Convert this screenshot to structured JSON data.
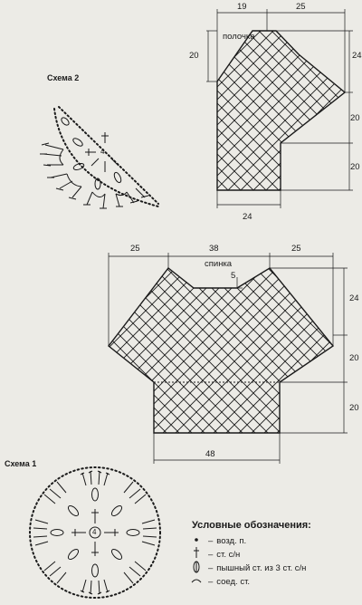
{
  "front": {
    "title": "полочка",
    "dims": {
      "top_left": "19",
      "top_right": "25",
      "left_top": "20",
      "right_top": "24",
      "right_mid": "20",
      "right_bottom": "20",
      "bottom": "24"
    }
  },
  "back": {
    "title": "спинка",
    "dims": {
      "top_left": "25",
      "top_mid": "38",
      "top_right": "25",
      "neck": "5",
      "right_top": "24",
      "right_mid": "20",
      "right_bottom": "20",
      "bottom": "48"
    }
  },
  "schemes": {
    "scheme2": "Схема 2",
    "scheme1": "Схема 1",
    "center_label": "4"
  },
  "legend": {
    "title": "Условные обозначения:",
    "items": [
      {
        "symbol": "dot",
        "text": "возд. п."
      },
      {
        "symbol": "dagger",
        "text": "ст. с/н"
      },
      {
        "symbol": "puff",
        "text": "пышный ст. из 3 ст. с/н"
      },
      {
        "symbol": "arc",
        "text": "соед. ст."
      }
    ]
  },
  "colors": {
    "ink": "#1a1a1a",
    "paper": "#ecebe6"
  }
}
